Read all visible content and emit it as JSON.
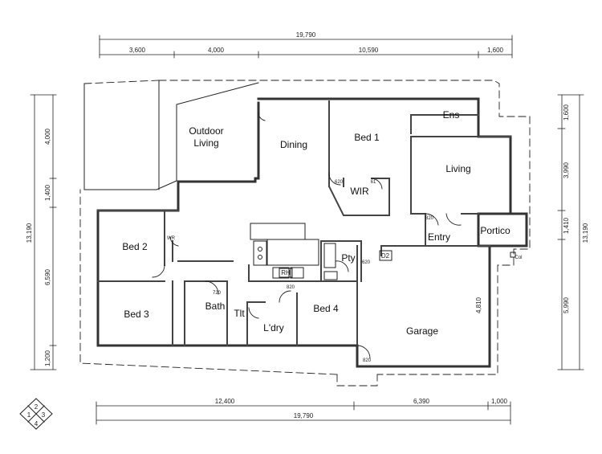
{
  "rooms": {
    "outdoor_living_1": "Outdoor",
    "outdoor_living_2": "Living",
    "dining": "Dining",
    "bed1": "Bed 1",
    "ens": "Ens",
    "living": "Living",
    "wir": "WIR",
    "bed2": "Bed 2",
    "wr": "WR",
    "entry": "Entry",
    "portico": "Portico",
    "pty": "Pty",
    "d2": "D2",
    "rh": "RH",
    "bed3": "Bed 3",
    "bath": "Bath",
    "tlt": "Tlt",
    "ldry": "L'dry",
    "bed4": "Bed 4",
    "garage": "Garage",
    "col": "Col"
  },
  "dimensions": {
    "top_total": "19,790",
    "top_seg1": "3,600",
    "top_seg2": "4,000",
    "top_seg3": "10,590",
    "top_seg4": "1,600",
    "left_total": "13,190",
    "left_seg1": "4,000",
    "left_seg2": "1,400",
    "left_seg3": "6,590",
    "left_seg4": "1,200",
    "right_total": "13,190",
    "right_seg1": "1,600",
    "right_seg2": "3,990",
    "right_seg3": "1,410",
    "right_seg4": "5,990",
    "bottom_total": "19,790",
    "bottom_seg1": "12,400",
    "bottom_seg2": "6,390",
    "bottom_seg3": "1,000",
    "garage_width": "4,810"
  },
  "door_widths": {
    "wir_left": "620",
    "wir_right": "61",
    "living": "820",
    "bath": "720",
    "pty": "620",
    "kitchen": "820",
    "garage": "820"
  },
  "north_symbol": [
    "1",
    "2",
    "3",
    "4"
  ]
}
